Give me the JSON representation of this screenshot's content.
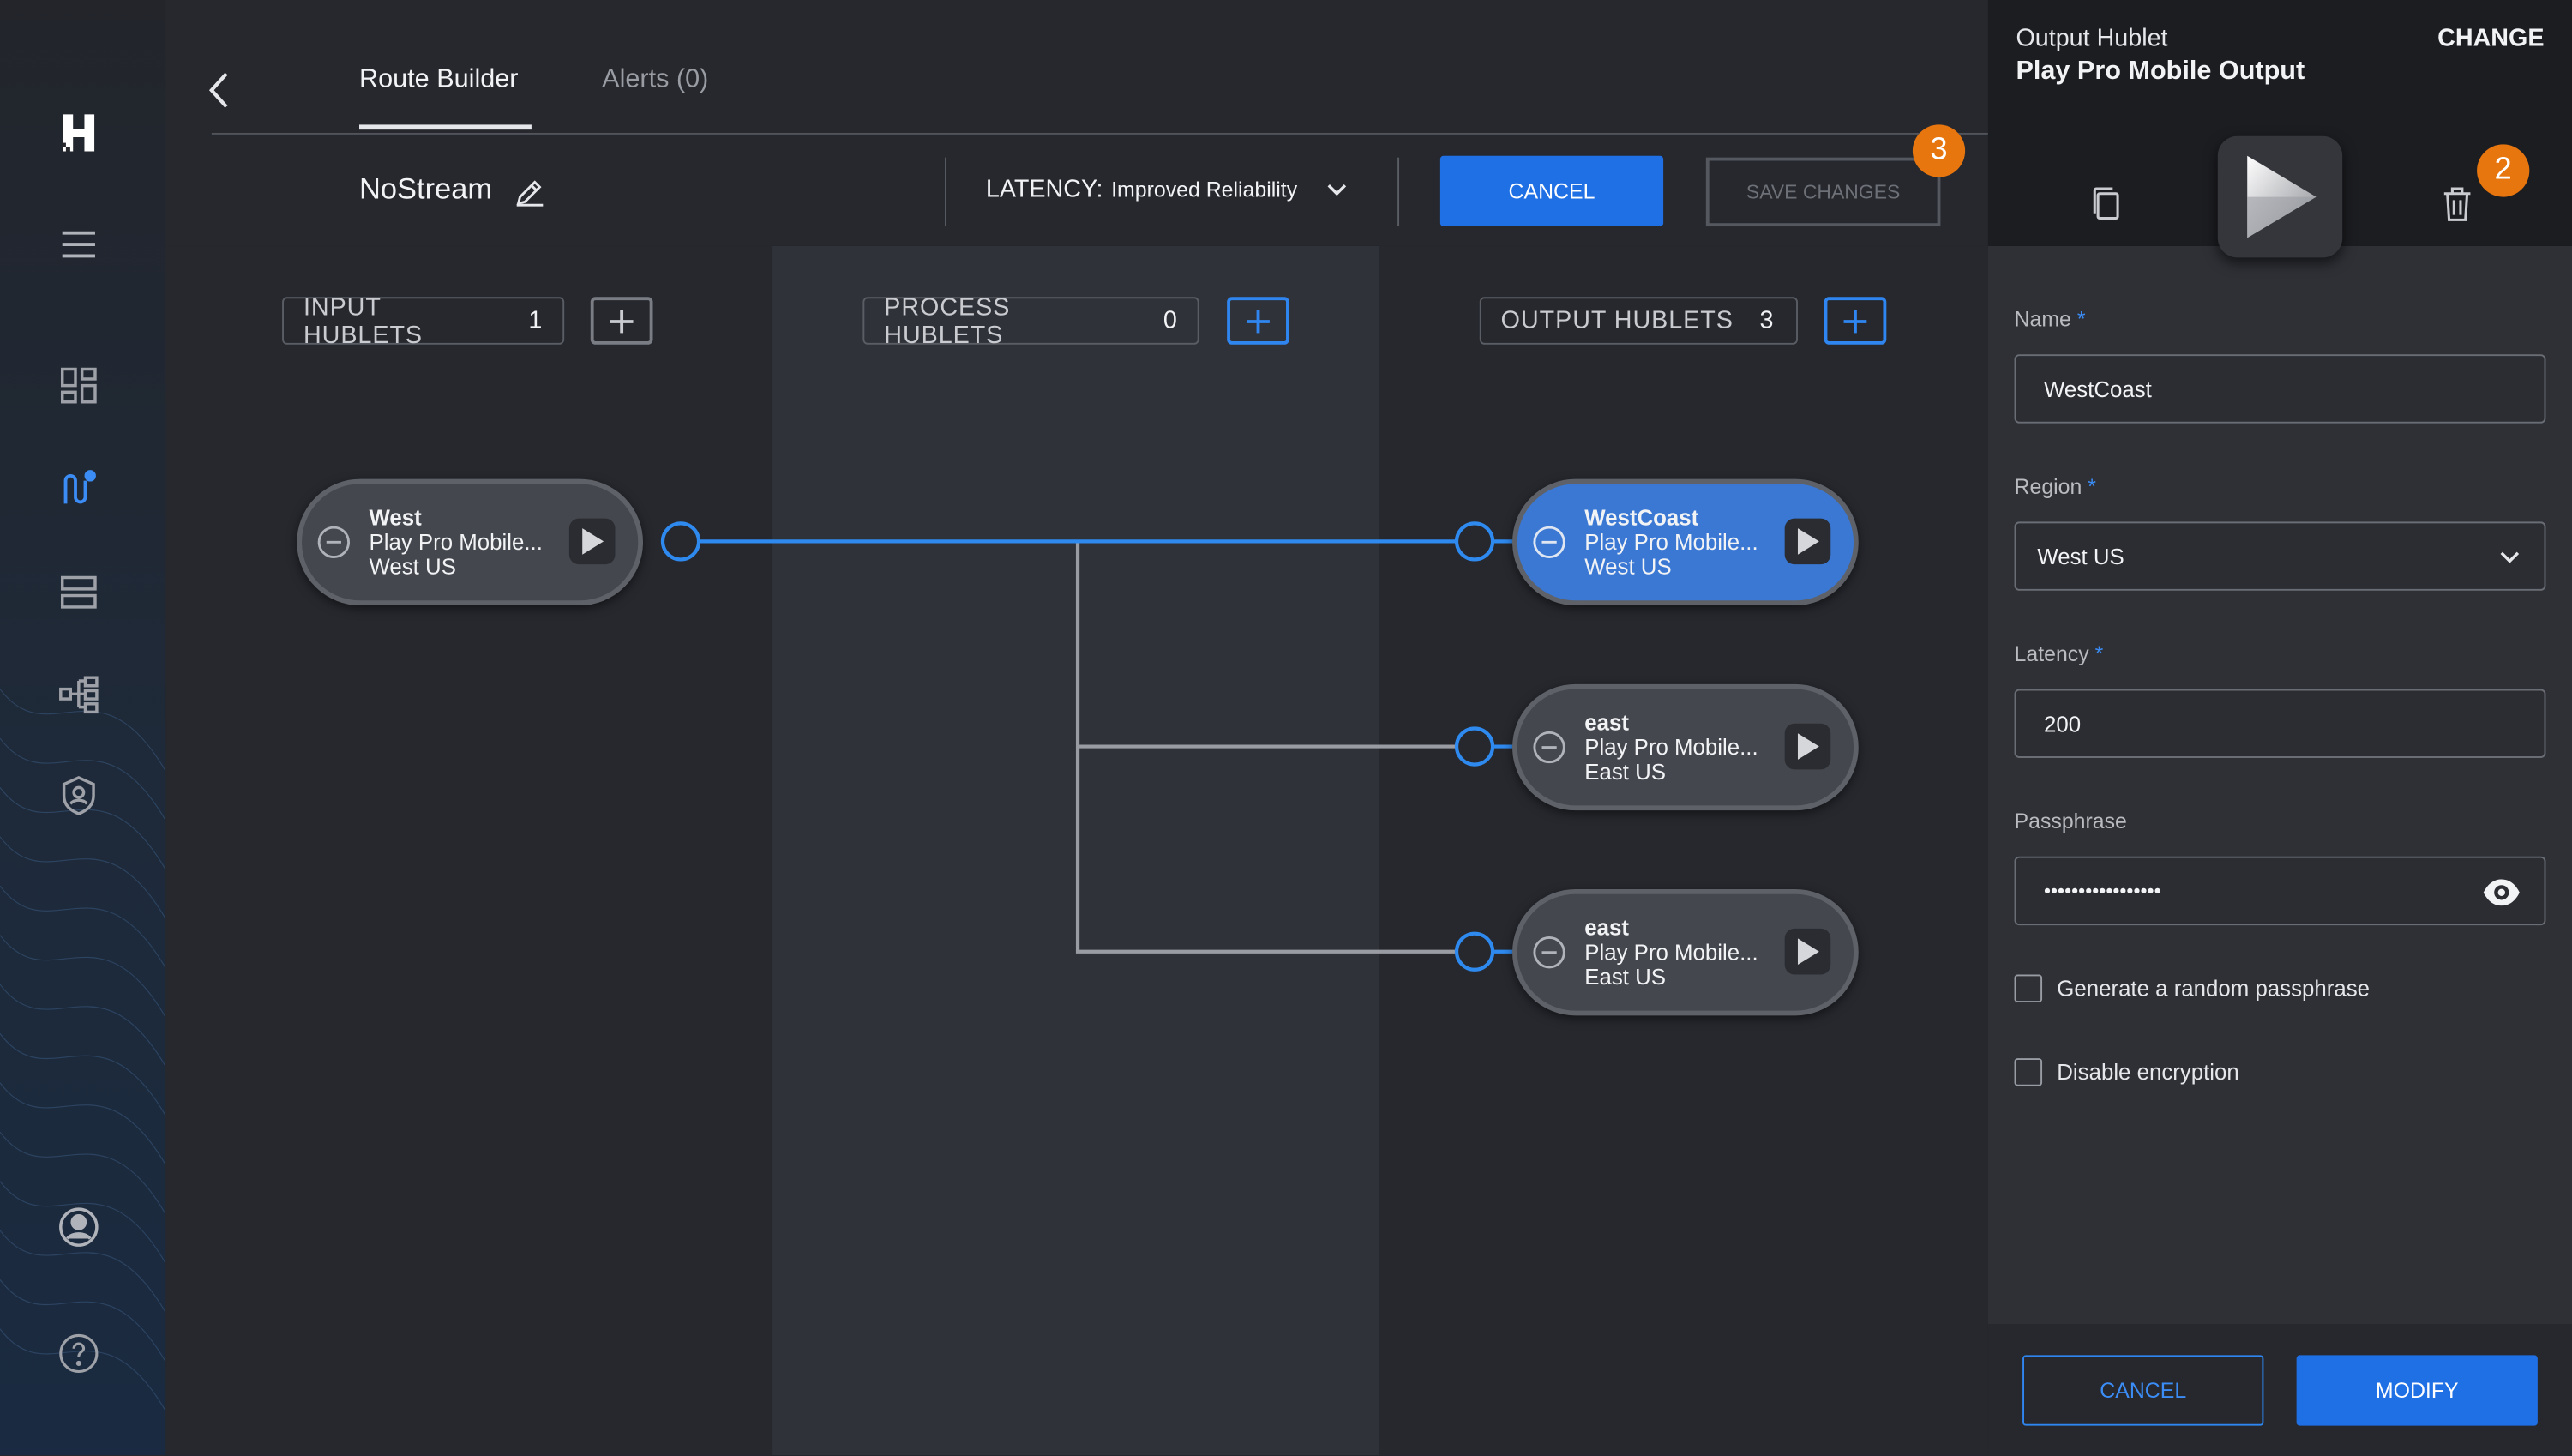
{
  "header": {
    "tabs": [
      {
        "label": "Route Builder",
        "active": true
      },
      {
        "label": "Alerts (0)",
        "active": false
      }
    ],
    "stream_name": "NoStream",
    "latency_label": "LATENCY:",
    "latency_value": "Improved Reliability",
    "cancel_label": "CANCEL",
    "save_label": "SAVE CHANGES",
    "save_badge": "3"
  },
  "canvas": {
    "input": {
      "label": "INPUT HUBLETS",
      "count": "1"
    },
    "process": {
      "label": "PROCESS HUBLETS",
      "count": "0"
    },
    "output": {
      "label": "OUTPUT HUBLETS",
      "count": "3"
    },
    "input_nodes": [
      {
        "name": "West",
        "type": "Play Pro Mobile...",
        "region": "West US",
        "selected": false
      }
    ],
    "output_nodes": [
      {
        "name": "WestCoast",
        "type": "Play Pro Mobile...",
        "region": "West US",
        "selected": true
      },
      {
        "name": "east",
        "type": "Play Pro Mobile...",
        "region": "East US",
        "selected": false
      },
      {
        "name": "east",
        "type": "Play Pro Mobile...",
        "region": "East US",
        "selected": false
      }
    ]
  },
  "panel": {
    "type_label": "Output Hublet",
    "title": "Play Pro Mobile Output",
    "change_label": "CHANGE",
    "delete_badge": "2",
    "fields": {
      "name_label": "Name",
      "name_value": "WestCoast",
      "region_label": "Region",
      "region_value": "West US",
      "latency_label": "Latency",
      "latency_value": "200",
      "passphrase_label": "Passphrase",
      "passphrase_value": "•••••••••••••••••",
      "random_pass_label": "Generate a random passphrase",
      "disable_enc_label": "Disable encryption"
    },
    "required_mark": "*",
    "cancel_label": "CANCEL",
    "modify_label": "MODIFY"
  },
  "colors": {
    "accent": "#1f6fe5",
    "badge": "#e8760f",
    "selected_node": "#3a78d4",
    "link_active": "#2f8af0",
    "link_inactive": "#9a9ca3"
  },
  "icons": {
    "sidebar": [
      "logo-icon",
      "menu-icon",
      "dashboard-icon",
      "routes-icon",
      "servers-icon",
      "hierarchy-icon",
      "security-icon",
      "user-icon",
      "help-icon"
    ],
    "panel": [
      "copy-icon",
      "play-logo-icon",
      "trash-icon",
      "eye-icon"
    ]
  }
}
